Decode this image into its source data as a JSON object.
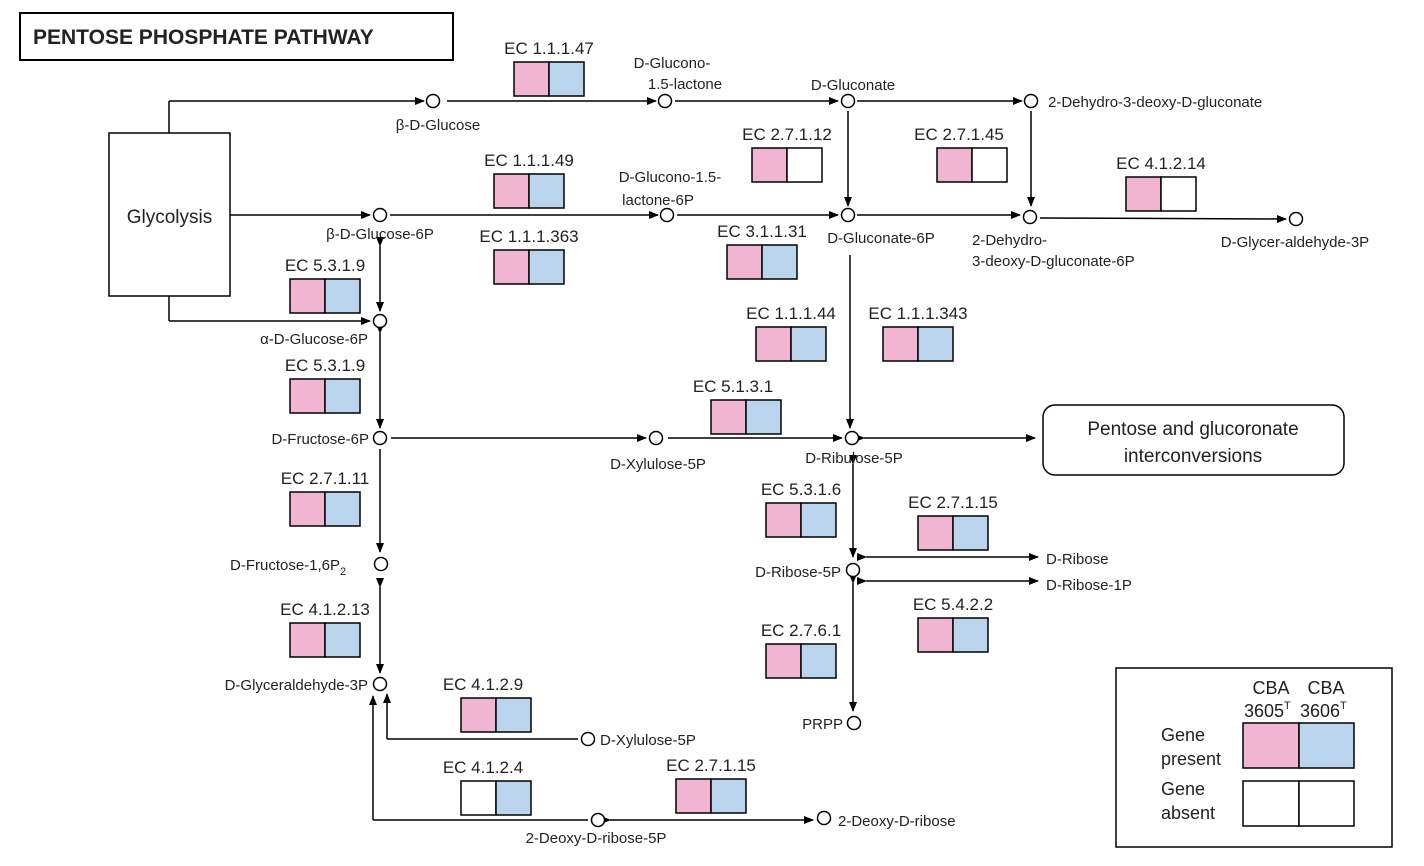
{
  "title": "PENTOSE PHOSPHATE PATHWAY",
  "colors": {
    "present_strain1": "#f0b6d1",
    "present_strain2": "#b9d4ec",
    "absent": "#ffffff",
    "line": "#000000"
  },
  "boxes": {
    "glycolysis": "Glycolysis",
    "pentose_line1": "Pentose and glucoronate",
    "pentose_line2": "interconversions"
  },
  "metabolites": {
    "b_d_glucose": "β-D-Glucose",
    "d_glucono_lactone_1": "D-Glucono-",
    "d_glucono_lactone_2": "1.5-lactone",
    "d_gluconate": "D-Gluconate",
    "dehydro_deoxy_gluconate": "2-Dehydro-3-deoxy-D-gluconate",
    "b_d_glucose_6p": "β-D-Glucose-6P",
    "d_glucono_lactone_6p_1": "D-Glucono-1.5-",
    "d_glucono_lactone_6p_2": "lactone-6P",
    "d_gluconate_6p": "D-Gluconate-6P",
    "dehydro_6p_1": "2-Dehydro-",
    "dehydro_6p_2": "3-deoxy-D-gluconate-6P",
    "d_glyceraldehyde_3p_right": "D-Glycer-aldehyde-3P",
    "a_d_glucose_6p": "α-D-Glucose-6P",
    "d_fructose_6p": "D-Fructose-6P",
    "d_xylulose_5p_mid": "D-Xylulose-5P",
    "d_ribulose_5p": "D-Ribulose-5P",
    "d_fructose_16p2": "D-Fructose-1,6P",
    "d_fructose_16p2_sub": "2",
    "d_ribose_5p": "D-Ribose-5P",
    "d_ribose": "D-Ribose",
    "d_ribose_1p": "D-Ribose-1P",
    "d_glyceraldehyde_3p_left": "D-Glyceraldehyde-3P",
    "prpp": "PRPP",
    "d_xylulose_5p_bottom": "D-Xylulose-5P",
    "deoxy_ribose_5p": "2-Deoxy-D-ribose-5P",
    "deoxy_ribose": "2-Deoxy-D-ribose"
  },
  "enzymes": [
    {
      "label": "EC 1.1.1.47",
      "cells": [
        "present",
        "present"
      ]
    },
    {
      "label": "EC 2.7.1.12",
      "cells": [
        "present",
        "absent"
      ]
    },
    {
      "label": "EC 2.7.1.45",
      "cells": [
        "present",
        "absent"
      ]
    },
    {
      "label": "EC 1.1.1.49",
      "cells": [
        "present",
        "present"
      ]
    },
    {
      "label": "EC 4.1.2.14",
      "cells": [
        "present",
        "absent"
      ]
    },
    {
      "label": "EC 1.1.1.363",
      "cells": [
        "present",
        "present"
      ]
    },
    {
      "label": "EC 3.1.1.31",
      "cells": [
        "present",
        "present"
      ]
    },
    {
      "label": "EC 5.3.1.9",
      "cells": [
        "present",
        "present"
      ]
    },
    {
      "label": "EC 1.1.1.44",
      "cells": [
        "present",
        "present"
      ]
    },
    {
      "label": "EC 1.1.1.343",
      "cells": [
        "present",
        "present"
      ]
    },
    {
      "label": "EC 5.3.1.9",
      "cells": [
        "present",
        "present"
      ]
    },
    {
      "label": "EC 5.1.3.1",
      "cells": [
        "present",
        "present"
      ]
    },
    {
      "label": "EC 2.7.1.11",
      "cells": [
        "present",
        "present"
      ]
    },
    {
      "label": "EC 5.3.1.6",
      "cells": [
        "present",
        "present"
      ]
    },
    {
      "label": "EC 2.7.1.15",
      "cells": [
        "present",
        "present"
      ]
    },
    {
      "label": "EC 5.4.2.2",
      "cells": [
        "present",
        "present"
      ]
    },
    {
      "label": "EC 4.1.2.13",
      "cells": [
        "present",
        "present"
      ]
    },
    {
      "label": "EC 2.7.6.1",
      "cells": [
        "present",
        "present"
      ]
    },
    {
      "label": "EC 4.1.2.9",
      "cells": [
        "present",
        "present"
      ]
    },
    {
      "label": "EC 4.1.2.4",
      "cells": [
        "absent",
        "present"
      ]
    },
    {
      "label": "EC 2.7.1.15",
      "cells": [
        "present",
        "present"
      ]
    }
  ],
  "legend": {
    "strain1_line1": "CBA",
    "strain1_line2": "3605",
    "strain1_sup": "T",
    "strain2_line1": "CBA",
    "strain2_line2": "3606",
    "strain2_sup": "T",
    "present_line1": "Gene",
    "present_line2": "present",
    "absent_line1": "Gene",
    "absent_line2": "absent"
  }
}
